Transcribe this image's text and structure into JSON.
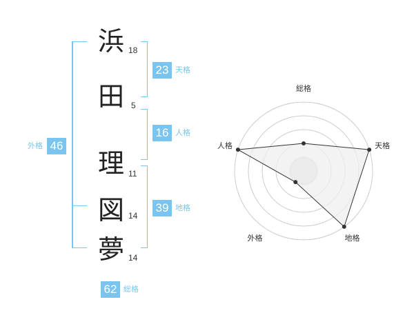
{
  "name": {
    "characters": [
      {
        "char": "浜",
        "strokes": "18"
      },
      {
        "char": "田",
        "strokes": "5"
      },
      {
        "char": "理",
        "strokes": "11"
      },
      {
        "char": "図",
        "strokes": "14"
      },
      {
        "char": "夢",
        "strokes": "14"
      }
    ]
  },
  "fortunes": {
    "tenkaku": {
      "value": "23",
      "label": "天格"
    },
    "jinkaku": {
      "value": "16",
      "label": "人格"
    },
    "chikaku": {
      "value": "39",
      "label": "地格"
    },
    "gaikaku": {
      "value": "46",
      "label": "外格"
    },
    "soukaku": {
      "value": "62",
      "label": "総格"
    }
  },
  "chart_data": {
    "type": "radar",
    "axes": [
      "総格",
      "天格",
      "地格",
      "外格",
      "人格"
    ],
    "values": [
      2,
      5,
      5,
      1,
      5
    ],
    "max": 5,
    "rings": 5
  },
  "colors": {
    "accent": "#79c5f0",
    "line": "#333333",
    "fill": "#efefef",
    "grid": "#cccccc"
  }
}
